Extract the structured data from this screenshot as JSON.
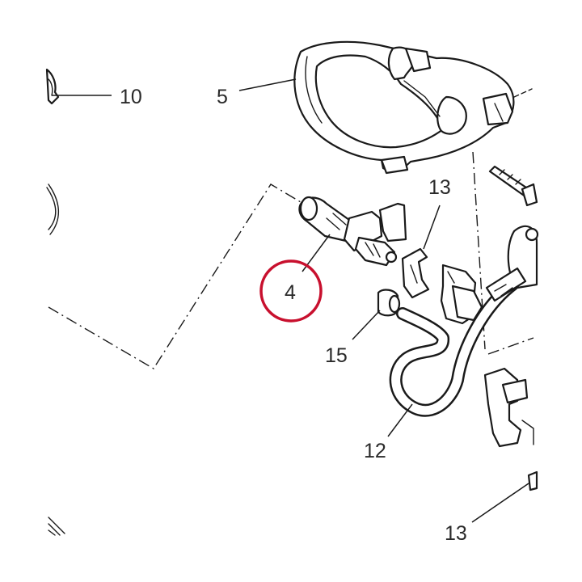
{
  "callouts": {
    "c10": "10",
    "c5": "5",
    "c13a": "13",
    "c4": "4",
    "c15": "15",
    "c12": "12",
    "c13b": "13"
  },
  "highlight": {
    "target": "4",
    "color": "#c8102e"
  }
}
